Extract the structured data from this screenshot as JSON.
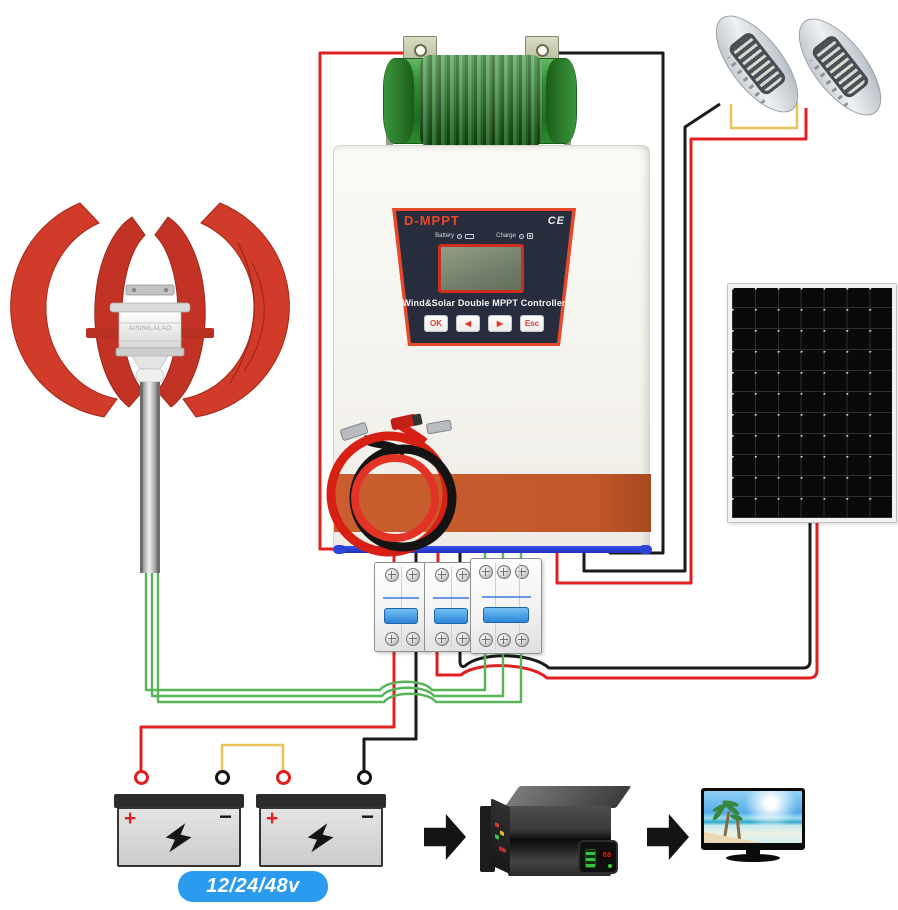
{
  "colors": {
    "wire_red": "#e02020",
    "wire_black": "#1a1a1a",
    "wire_yellow": "#e6c35c",
    "wire_green": "#57b457",
    "accent_orange": "#e8482a",
    "heatsink_orange": "#c55a2b",
    "panel_navy": "#272d3d",
    "rail_blue": "#2742d6",
    "toggle_blue": "#45a0e6",
    "pill_blue": "#2b9bf0",
    "turbine_red": "#d23b2a",
    "resistor_green": "#2e8b2e"
  },
  "controller": {
    "brand": "D-MPPT",
    "ce_mark": "CE",
    "indicators": {
      "battery": "Battery",
      "charge": "Charge"
    },
    "product_name": "Wind&Solar Double MPPT Controller",
    "buttons": [
      {
        "label": "OK"
      },
      {
        "label": "◀"
      },
      {
        "label": "▶"
      },
      {
        "label": "Esc"
      }
    ]
  },
  "wind_turbine": {
    "brand_label": "AISINILALAO"
  },
  "battery_bank": {
    "voltage_label": "12/24/48v",
    "positive": "+",
    "negative": "−"
  }
}
